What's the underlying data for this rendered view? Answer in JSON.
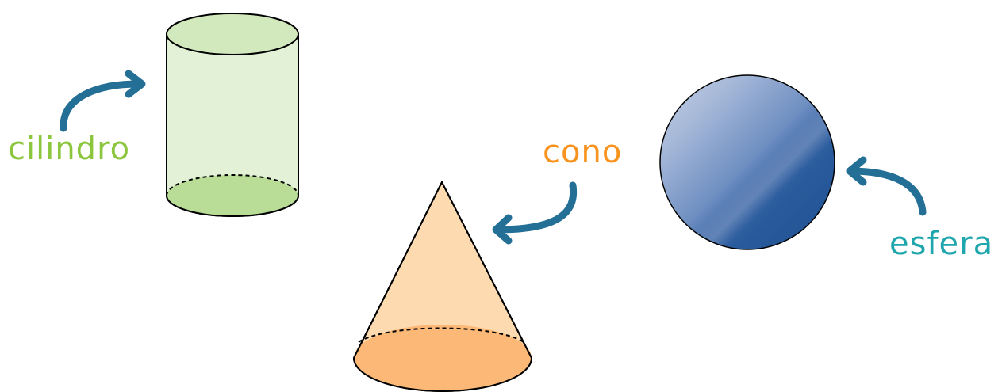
{
  "labels": {
    "cylinder": "cilindro",
    "cone": "cono",
    "sphere": "esfera"
  },
  "colors": {
    "cylinder_label": "#8cc63f",
    "cone_label": "#f7931e",
    "sphere_label": "#1fa6ad",
    "arrow": "#236f95",
    "cylinder_fill": "#e3f1d6",
    "cylinder_top": "#d2e8bd",
    "cylinder_bottom": "#b9dd97",
    "cone_fill": "#fddab0",
    "cone_base": "#fbb876",
    "sphere_light": "#b4c3de",
    "sphere_dark": "#215696"
  }
}
